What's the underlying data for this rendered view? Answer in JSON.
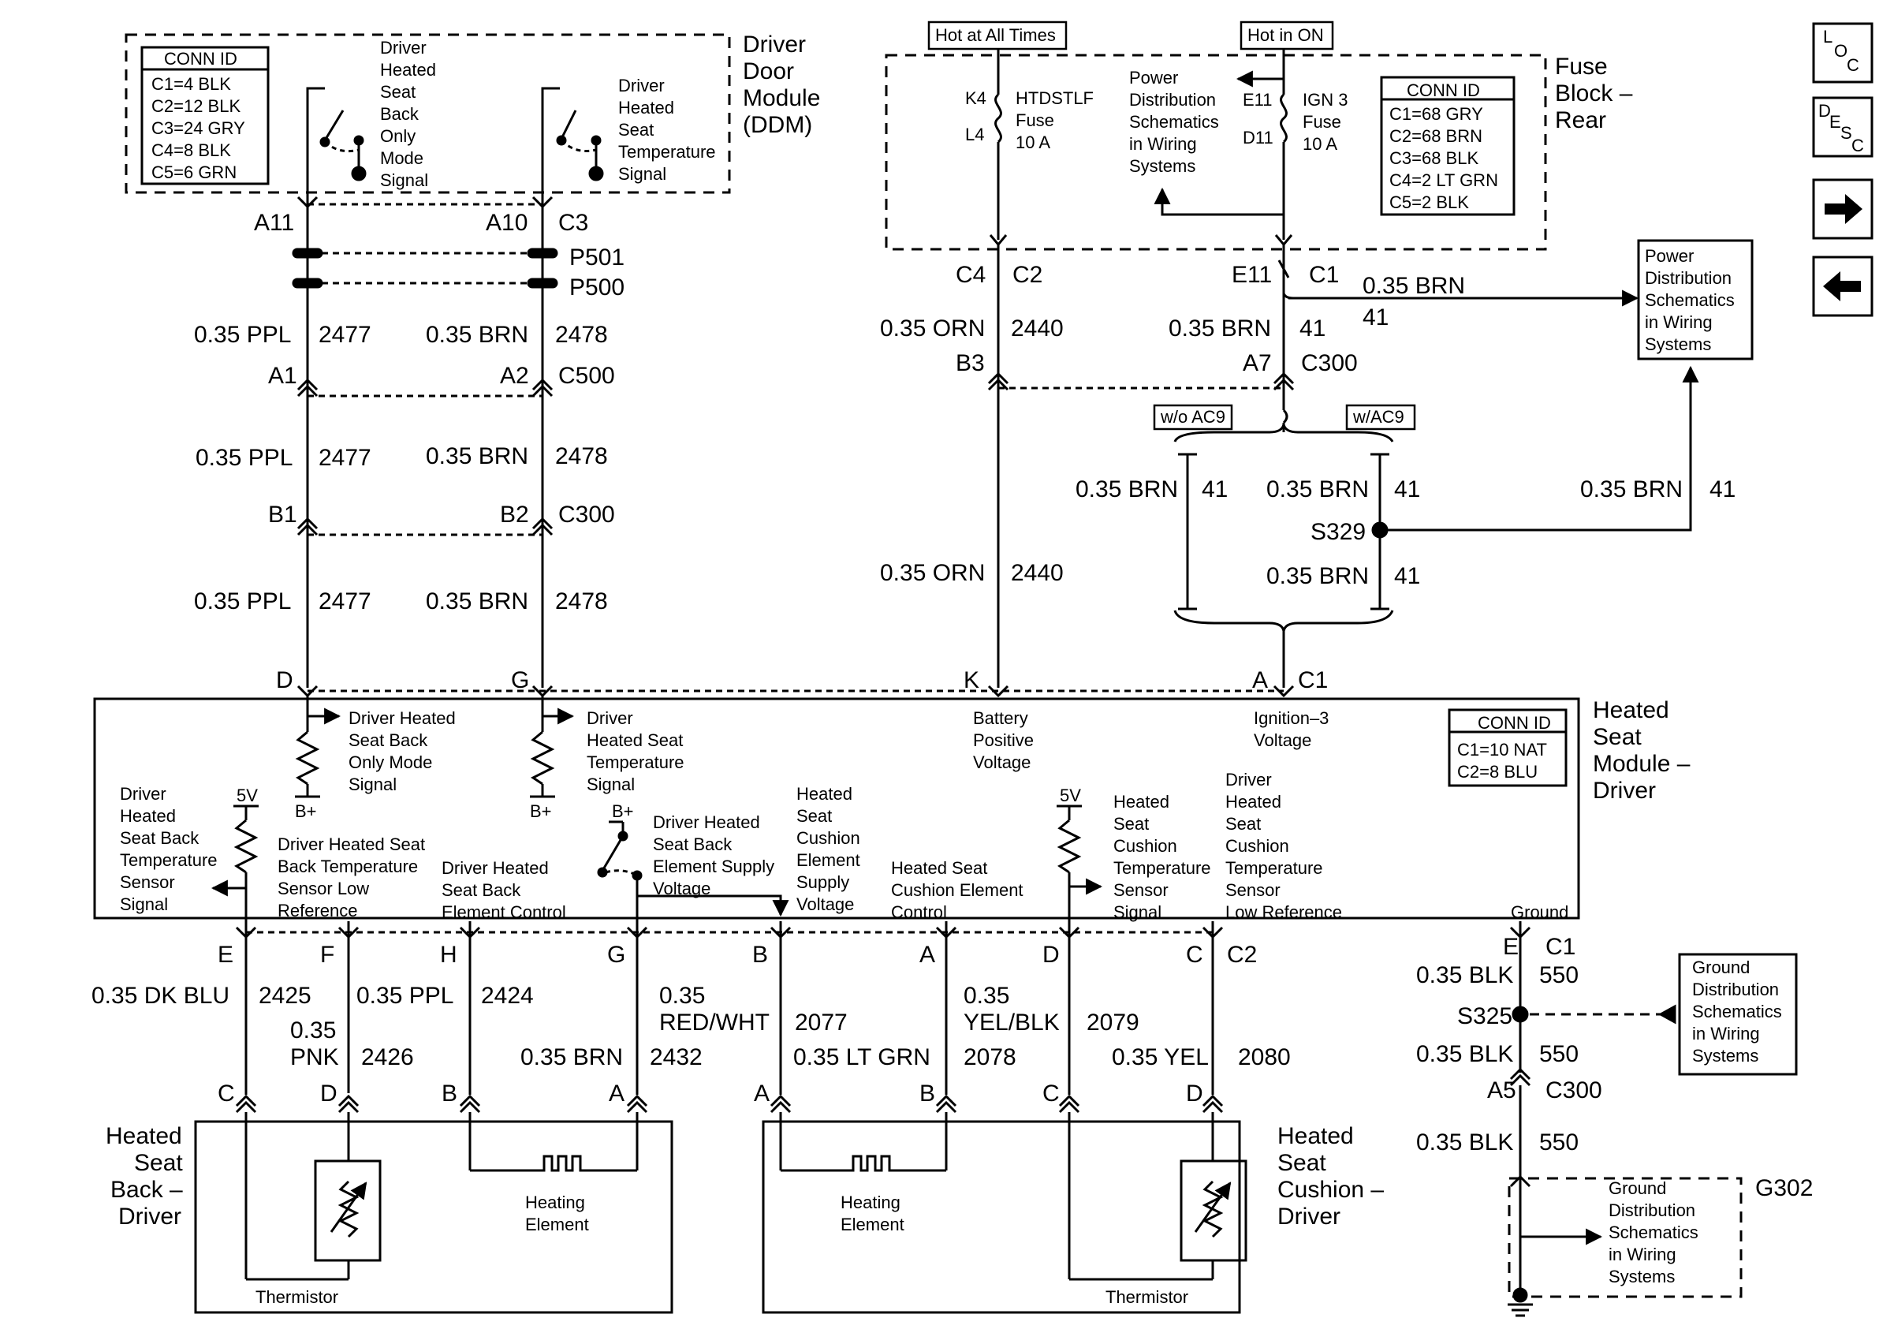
{
  "ddm": {
    "title": [
      "Driver",
      "Door",
      "Module",
      "(DDM)"
    ],
    "conn_id": {
      "header": "CONN ID",
      "rows": [
        "C1=4 BLK",
        "C2=12 BLK",
        "C3=24 GRY",
        "C4=8 BLK",
        "C5=6 GRN"
      ]
    },
    "signal_back_only": [
      "Driver",
      "Heated",
      "Seat",
      "Back",
      "Only",
      "Mode",
      "Signal"
    ],
    "signal_temp": [
      "Driver",
      "Heated",
      "Seat",
      "Temperature",
      "Signal"
    ]
  },
  "connectors": {
    "a11": "A11",
    "a10": "A10",
    "c3": "C3",
    "p501": "P501",
    "p500": "P500",
    "a1": "A1",
    "a2": "A2",
    "c500": "C500",
    "b1": "B1",
    "b2": "B2",
    "c300_b": "C300",
    "d": "D",
    "g": "G",
    "k": "K",
    "a": "A",
    "c1_hsm": "C1",
    "c4": "C4",
    "c2_fb": "C2",
    "e11": "E11",
    "c1_fb": "C1",
    "b3": "B3",
    "a7": "A7",
    "c300_fb": "C300",
    "s329": "S329"
  },
  "wires": {
    "ppl": "0.35 PPL",
    "brn": "0.35 BRN",
    "orn": "0.35 ORN",
    "c2477": "2477",
    "c2478": "2478",
    "c2440": "2440",
    "c41": "41"
  },
  "fuse_block": {
    "title": [
      "Fuse",
      "Block –",
      "Rear"
    ],
    "hot_all": "Hot at All Times",
    "hot_on": "Hot in ON",
    "k4": "K4",
    "l4": "L4",
    "e11": "E11",
    "d11": "D11",
    "fuse1": [
      "HTDSTLF",
      "Fuse",
      "10 A"
    ],
    "pds": [
      "Power",
      "Distribution",
      "Schematics",
      "in Wiring",
      "Systems"
    ],
    "fuse2": [
      "IGN 3",
      "Fuse",
      "10 A"
    ],
    "conn_id": {
      "header": "CONN ID",
      "rows": [
        "C1=68 GRY",
        "C2=68 BRN",
        "C3=68 BLK",
        "C4=2 LT GRN",
        "C5=2 BLK"
      ]
    }
  },
  "pds_right": [
    "Power",
    "Distribution",
    "Schematics",
    "in Wiring",
    "Systems"
  ],
  "options": {
    "wo_ac9": "w/o AC9",
    "w_ac9": "w/AC9"
  },
  "hsm": {
    "title": [
      "Heated",
      "Seat",
      "Module –",
      "Driver"
    ],
    "conn_id": {
      "header": "CONN ID",
      "rows": [
        "C1=10 NAT",
        "C2=8 BLU"
      ]
    },
    "sig_back_only": [
      "Driver Heated",
      "Seat Back",
      "Only Mode",
      "Signal"
    ],
    "sig_temp": [
      "Driver",
      "Heated Seat",
      "Temperature",
      "Signal"
    ],
    "battery": [
      "Battery",
      "Positive",
      "Voltage"
    ],
    "ignition": [
      "Ignition–3",
      "Voltage"
    ],
    "bplus": "B+",
    "v5": "5V",
    "back_temp_sensor": [
      "Driver",
      "Heated",
      "Seat Back",
      "Temperature",
      "Sensor",
      "Signal"
    ],
    "back_low_ref": [
      "Driver Heated Seat",
      "Back Temperature",
      "Sensor Low",
      "Reference"
    ],
    "back_elem_ctrl": [
      "Driver Heated",
      "Seat Back",
      "Element Control"
    ],
    "back_supply": [
      "Driver Heated",
      "Seat Back",
      "Element Supply",
      "Voltage"
    ],
    "cushion_supply": [
      "Heated",
      "Seat",
      "Cushion",
      "Element",
      "Supply",
      "Voltage"
    ],
    "cushion_ctrl": [
      "Heated Seat",
      "Cushion Element",
      "Control"
    ],
    "cushion_sensor": [
      "Heated",
      "Seat",
      "Cushion",
      "Temperature",
      "Sensor",
      "Signal"
    ],
    "cushion_low_ref": [
      "Driver",
      "Heated",
      "Seat",
      "Cushion",
      "Temperature",
      "Sensor",
      "Low Reference"
    ],
    "ground": "Ground"
  },
  "bottom": {
    "pins": {
      "e": "E",
      "f": "F",
      "h": "H",
      "g": "G",
      "b": "B",
      "a": "A",
      "d": "D",
      "c": "C",
      "c2": "C2",
      "c1": "C1"
    },
    "w2425": [
      "0.35 DK BLU",
      "2425"
    ],
    "w2424": [
      "0.35 PPL",
      "2424"
    ],
    "w2426": [
      "0.35",
      "PNK",
      "2426"
    ],
    "w2432": [
      "0.35 BRN",
      "2432"
    ],
    "w2077": [
      "0.35",
      "RED/WHT",
      "2077"
    ],
    "w2078": [
      "0.35 LT GRN",
      "2078"
    ],
    "w2079": [
      "0.35",
      "YEL/BLK",
      "2079"
    ],
    "w2080": [
      "0.35 YEL",
      "2080"
    ],
    "seat_back": [
      "Heated",
      "Seat",
      "Back –",
      "Driver"
    ],
    "seat_cushion": [
      "Heated",
      "Seat",
      "Cushion –",
      "Driver"
    ],
    "heating_element": [
      "Heating",
      "Element"
    ],
    "thermistor": "Thermistor"
  },
  "ground_side": {
    "w550": [
      "0.35 BLK",
      "550"
    ],
    "s325": "S325",
    "a5": "A5",
    "c300": "C300",
    "e": "E",
    "c1": "C1",
    "gds": [
      "Ground",
      "Distribution",
      "Schematics",
      "in Wiring",
      "Systems"
    ],
    "g302": "G302"
  },
  "nav": {
    "loc": [
      "L",
      "O",
      "C"
    ],
    "desc": [
      "D",
      "E",
      "S",
      "C"
    ]
  }
}
